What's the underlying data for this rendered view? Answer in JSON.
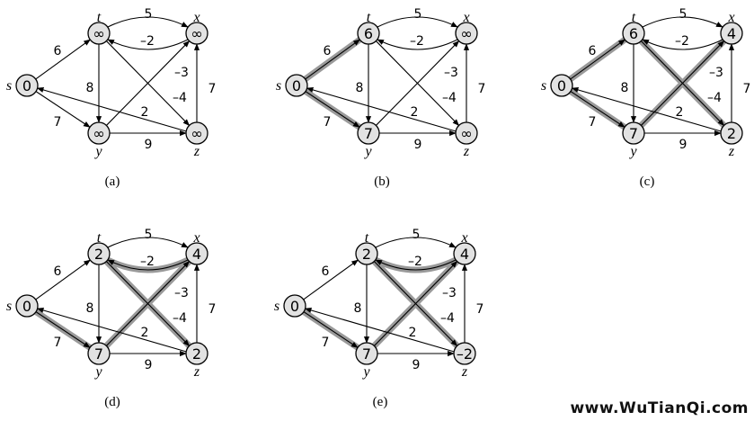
{
  "panels": [
    {
      "caption": "(a)",
      "d": {
        "s": "0",
        "t": "∞",
        "x": "∞",
        "y": "∞",
        "z": "∞"
      },
      "highlight": []
    },
    {
      "caption": "(b)",
      "d": {
        "s": "0",
        "t": "6",
        "x": "∞",
        "y": "7",
        "z": "∞"
      },
      "highlight": [
        "s-t",
        "s-y"
      ]
    },
    {
      "caption": "(c)",
      "d": {
        "s": "0",
        "t": "6",
        "x": "4",
        "y": "7",
        "z": "2"
      },
      "highlight": [
        "s-t",
        "s-y",
        "y-x",
        "t-z"
      ]
    },
    {
      "caption": "(d)",
      "d": {
        "s": "0",
        "t": "2",
        "x": "4",
        "y": "7",
        "z": "2"
      },
      "highlight": [
        "s-y",
        "y-x",
        "x-t",
        "t-z"
      ]
    },
    {
      "caption": "(e)",
      "d": {
        "s": "0",
        "t": "2",
        "x": "4",
        "y": "7",
        "z": "–2"
      },
      "highlight": [
        "s-y",
        "y-x",
        "x-t",
        "t-z"
      ]
    }
  ],
  "vertex_names": {
    "s": "s",
    "t": "t",
    "x": "x",
    "y": "y",
    "z": "z"
  },
  "edges": [
    {
      "id": "s-t",
      "from": "s",
      "to": "t",
      "weight": "6"
    },
    {
      "id": "s-y",
      "from": "s",
      "to": "y",
      "weight": "7"
    },
    {
      "id": "t-x",
      "from": "t",
      "to": "x",
      "weight": "5"
    },
    {
      "id": "x-t",
      "from": "x",
      "to": "t",
      "weight": "–2"
    },
    {
      "id": "t-y",
      "from": "t",
      "to": "y",
      "weight": "8"
    },
    {
      "id": "t-z",
      "from": "t",
      "to": "z",
      "weight": "–4"
    },
    {
      "id": "y-x",
      "from": "y",
      "to": "x",
      "weight": "–3"
    },
    {
      "id": "y-z",
      "from": "y",
      "to": "z",
      "weight": "9"
    },
    {
      "id": "z-x",
      "from": "z",
      "to": "x",
      "weight": "7"
    },
    {
      "id": "z-s",
      "from": "z",
      "to": "s",
      "weight": "2"
    }
  ],
  "watermark": "www.WuTianQi.com",
  "colors": {
    "node_fill": "#e2e2e2",
    "highlight": "#9a9a9a",
    "edge": "#000000"
  }
}
